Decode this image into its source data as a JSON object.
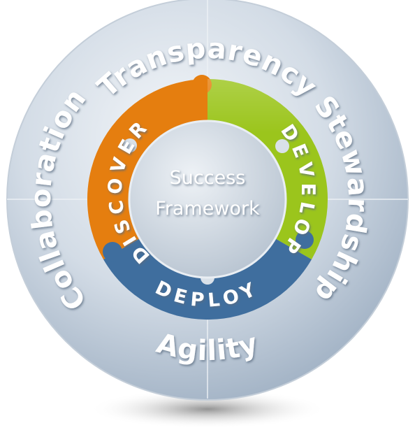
{
  "diagram": {
    "center": {
      "line1": "Success",
      "line2": "Framework"
    },
    "segments": [
      {
        "label": "DISCOVER",
        "color": "#e57e0f"
      },
      {
        "label": "DEVELOP",
        "color": "#9bc51c"
      },
      {
        "label": "DEPLOY",
        "color": "#3f6e9e"
      }
    ],
    "outer_ring": [
      {
        "label": "Transparency"
      },
      {
        "label": "Stewardship"
      },
      {
        "label": "Agility"
      },
      {
        "label": "Collaboration"
      }
    ],
    "colors": {
      "outer_ring_light": "#dfe6ee",
      "outer_ring_dark": "#a9b8c9",
      "inner_disc": "#c9d3dd",
      "text": "#ffffff"
    }
  }
}
